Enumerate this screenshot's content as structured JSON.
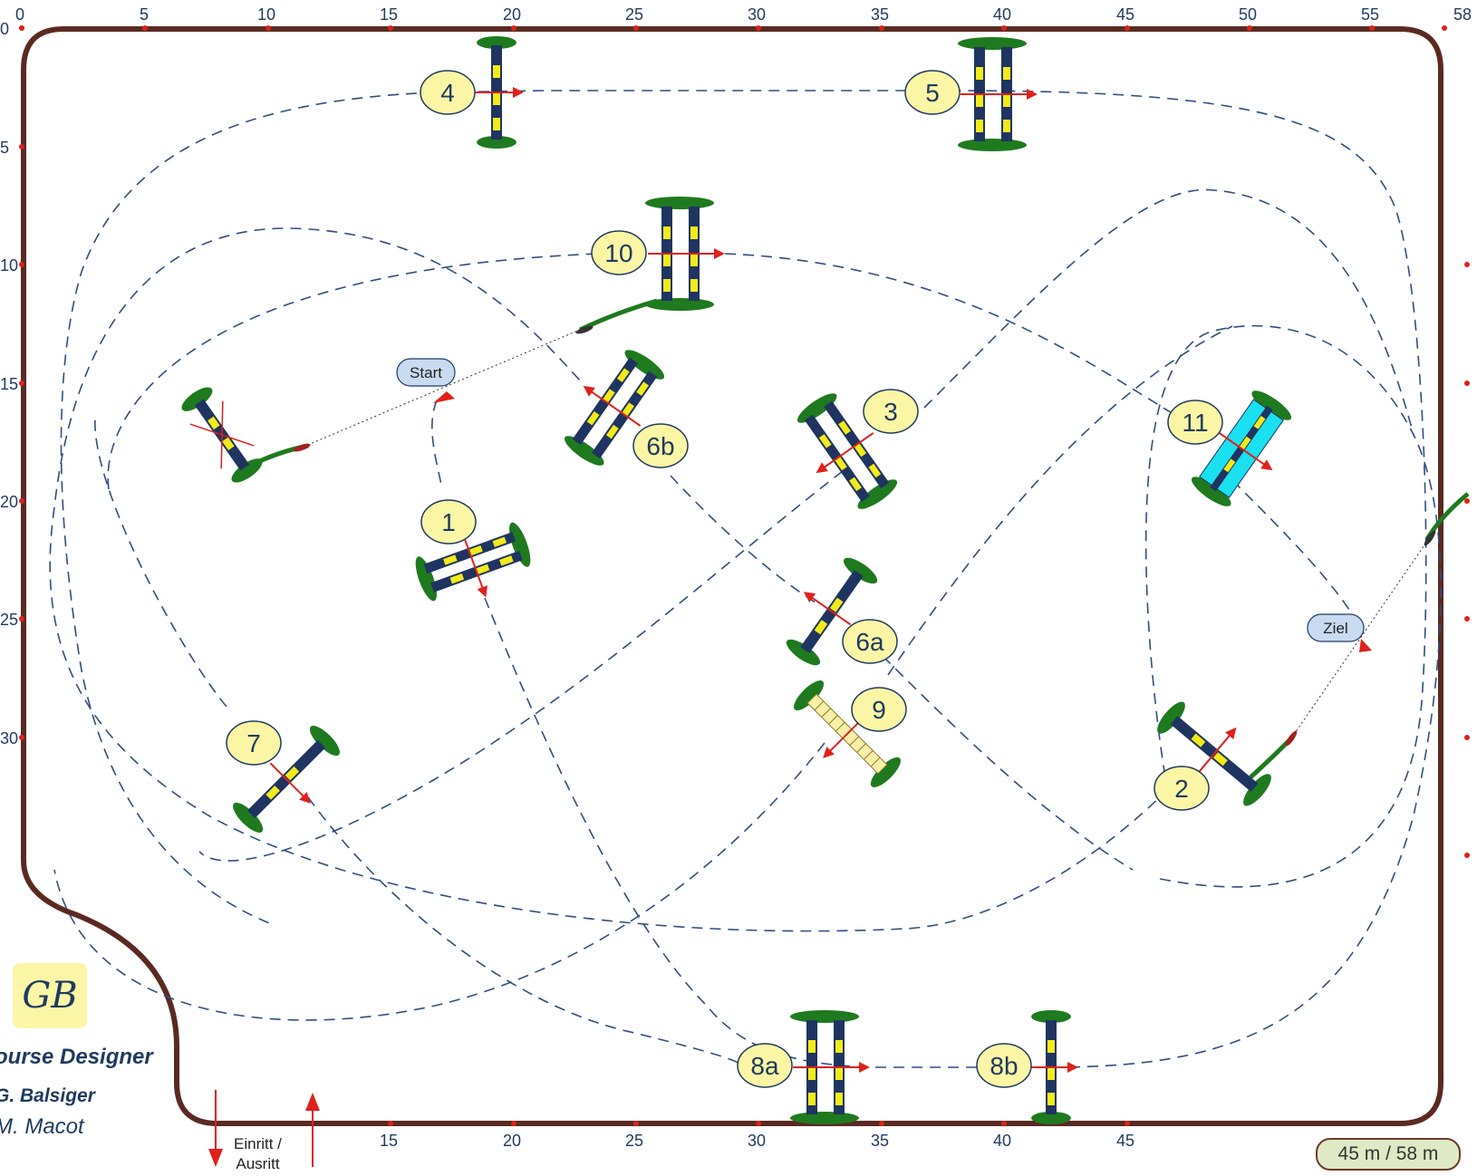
{
  "top_scale": [
    "0",
    "5",
    "10",
    "15",
    "20",
    "25",
    "30",
    "35",
    "40",
    "45",
    "50",
    "55",
    "58"
  ],
  "bottom_scale": [
    "15",
    "20",
    "25",
    "30",
    "35",
    "40",
    "45"
  ],
  "left_scale": [
    "0",
    "5",
    "10",
    "15",
    "20",
    "25",
    "30"
  ],
  "jumps": [
    "1",
    "2",
    "3",
    "4",
    "5",
    "6a",
    "6b",
    "7",
    "8a",
    "8b",
    "9",
    "10",
    "11"
  ],
  "start_label": "Start",
  "finish_label": "Ziel",
  "entry_label_line1": "Einritt /",
  "entry_label_line2": "Ausritt",
  "arena_size": "45 m / 58 m",
  "logo_text": "GB",
  "credits": {
    "title": "ourse Designer",
    "author1": "G. Balsiger",
    "author2": "M. Macot"
  },
  "colors": {
    "arena_border": "#5a2a22",
    "course_line": "#2f4f7f",
    "number_fill": "#fbf6a5",
    "pole_dark": "#1f3460",
    "pole_yellow": "#f2ea1a",
    "shrub": "#1f7a1f",
    "arrow": "#e0201a",
    "water": "#19e1f0",
    "pill": "#c9dbf0"
  }
}
